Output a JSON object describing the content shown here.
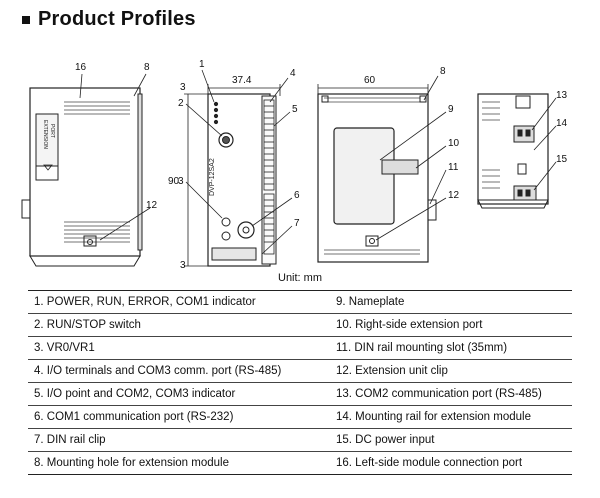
{
  "title": "Product Profiles",
  "unit_label": "Unit: mm",
  "dimensions": {
    "width_small": "37.4",
    "width_large": "60",
    "height": "90"
  },
  "callouts": [
    "1",
    "2",
    "3",
    "4",
    "5",
    "6",
    "7",
    "8",
    "9",
    "10",
    "11",
    "12",
    "13",
    "14",
    "15",
    "16"
  ],
  "label_side": {
    "text1": "EXTENSION",
    "text2": "PORT"
  },
  "label_front": {
    "model": "DVP-12SA2"
  },
  "legend": [
    [
      "1. POWER, RUN, ERROR, COM1 indicator",
      "9. Nameplate"
    ],
    [
      "2. RUN/STOP switch",
      "10. Right-side extension port"
    ],
    [
      "3. VR0/VR1",
      "11. DIN rail mounting slot (35mm)"
    ],
    [
      "4. I/O terminals and COM3 comm. port (RS-485)",
      "12. Extension unit clip"
    ],
    [
      "5. I/O point and COM2, COM3 indicator",
      "13. COM2 communication port (RS-485)"
    ],
    [
      "6. COM1 communication port (RS-232)",
      "14. Mounting rail for extension module"
    ],
    [
      "7. DIN rail clip",
      "15. DC power input"
    ],
    [
      "8. Mounting hole for extension module",
      "16. Left-side module connection port"
    ]
  ]
}
